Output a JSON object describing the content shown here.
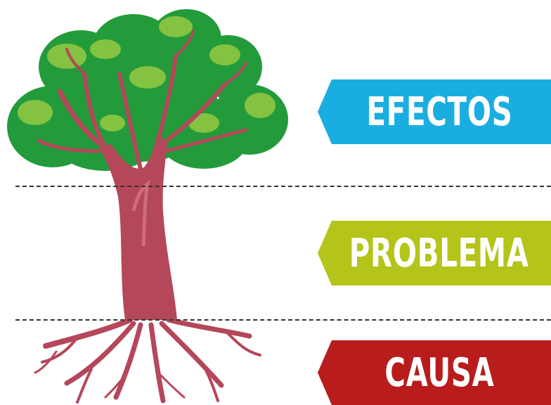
{
  "labels": {
    "effects": "EFECTOS",
    "problem": "PROBLEMA",
    "cause": "CAUSA"
  },
  "colors": {
    "effects": "#1aaee0",
    "problem": "#b4c418",
    "cause": "#b81c1c",
    "foliage_dark": "#239b3b",
    "foliage_light": "#84c341",
    "trunk": "#b5475a",
    "trunk_light": "#cf6c7b",
    "divider": "#333333"
  },
  "icons": {
    "illustration": "tree-with-roots-icon"
  }
}
